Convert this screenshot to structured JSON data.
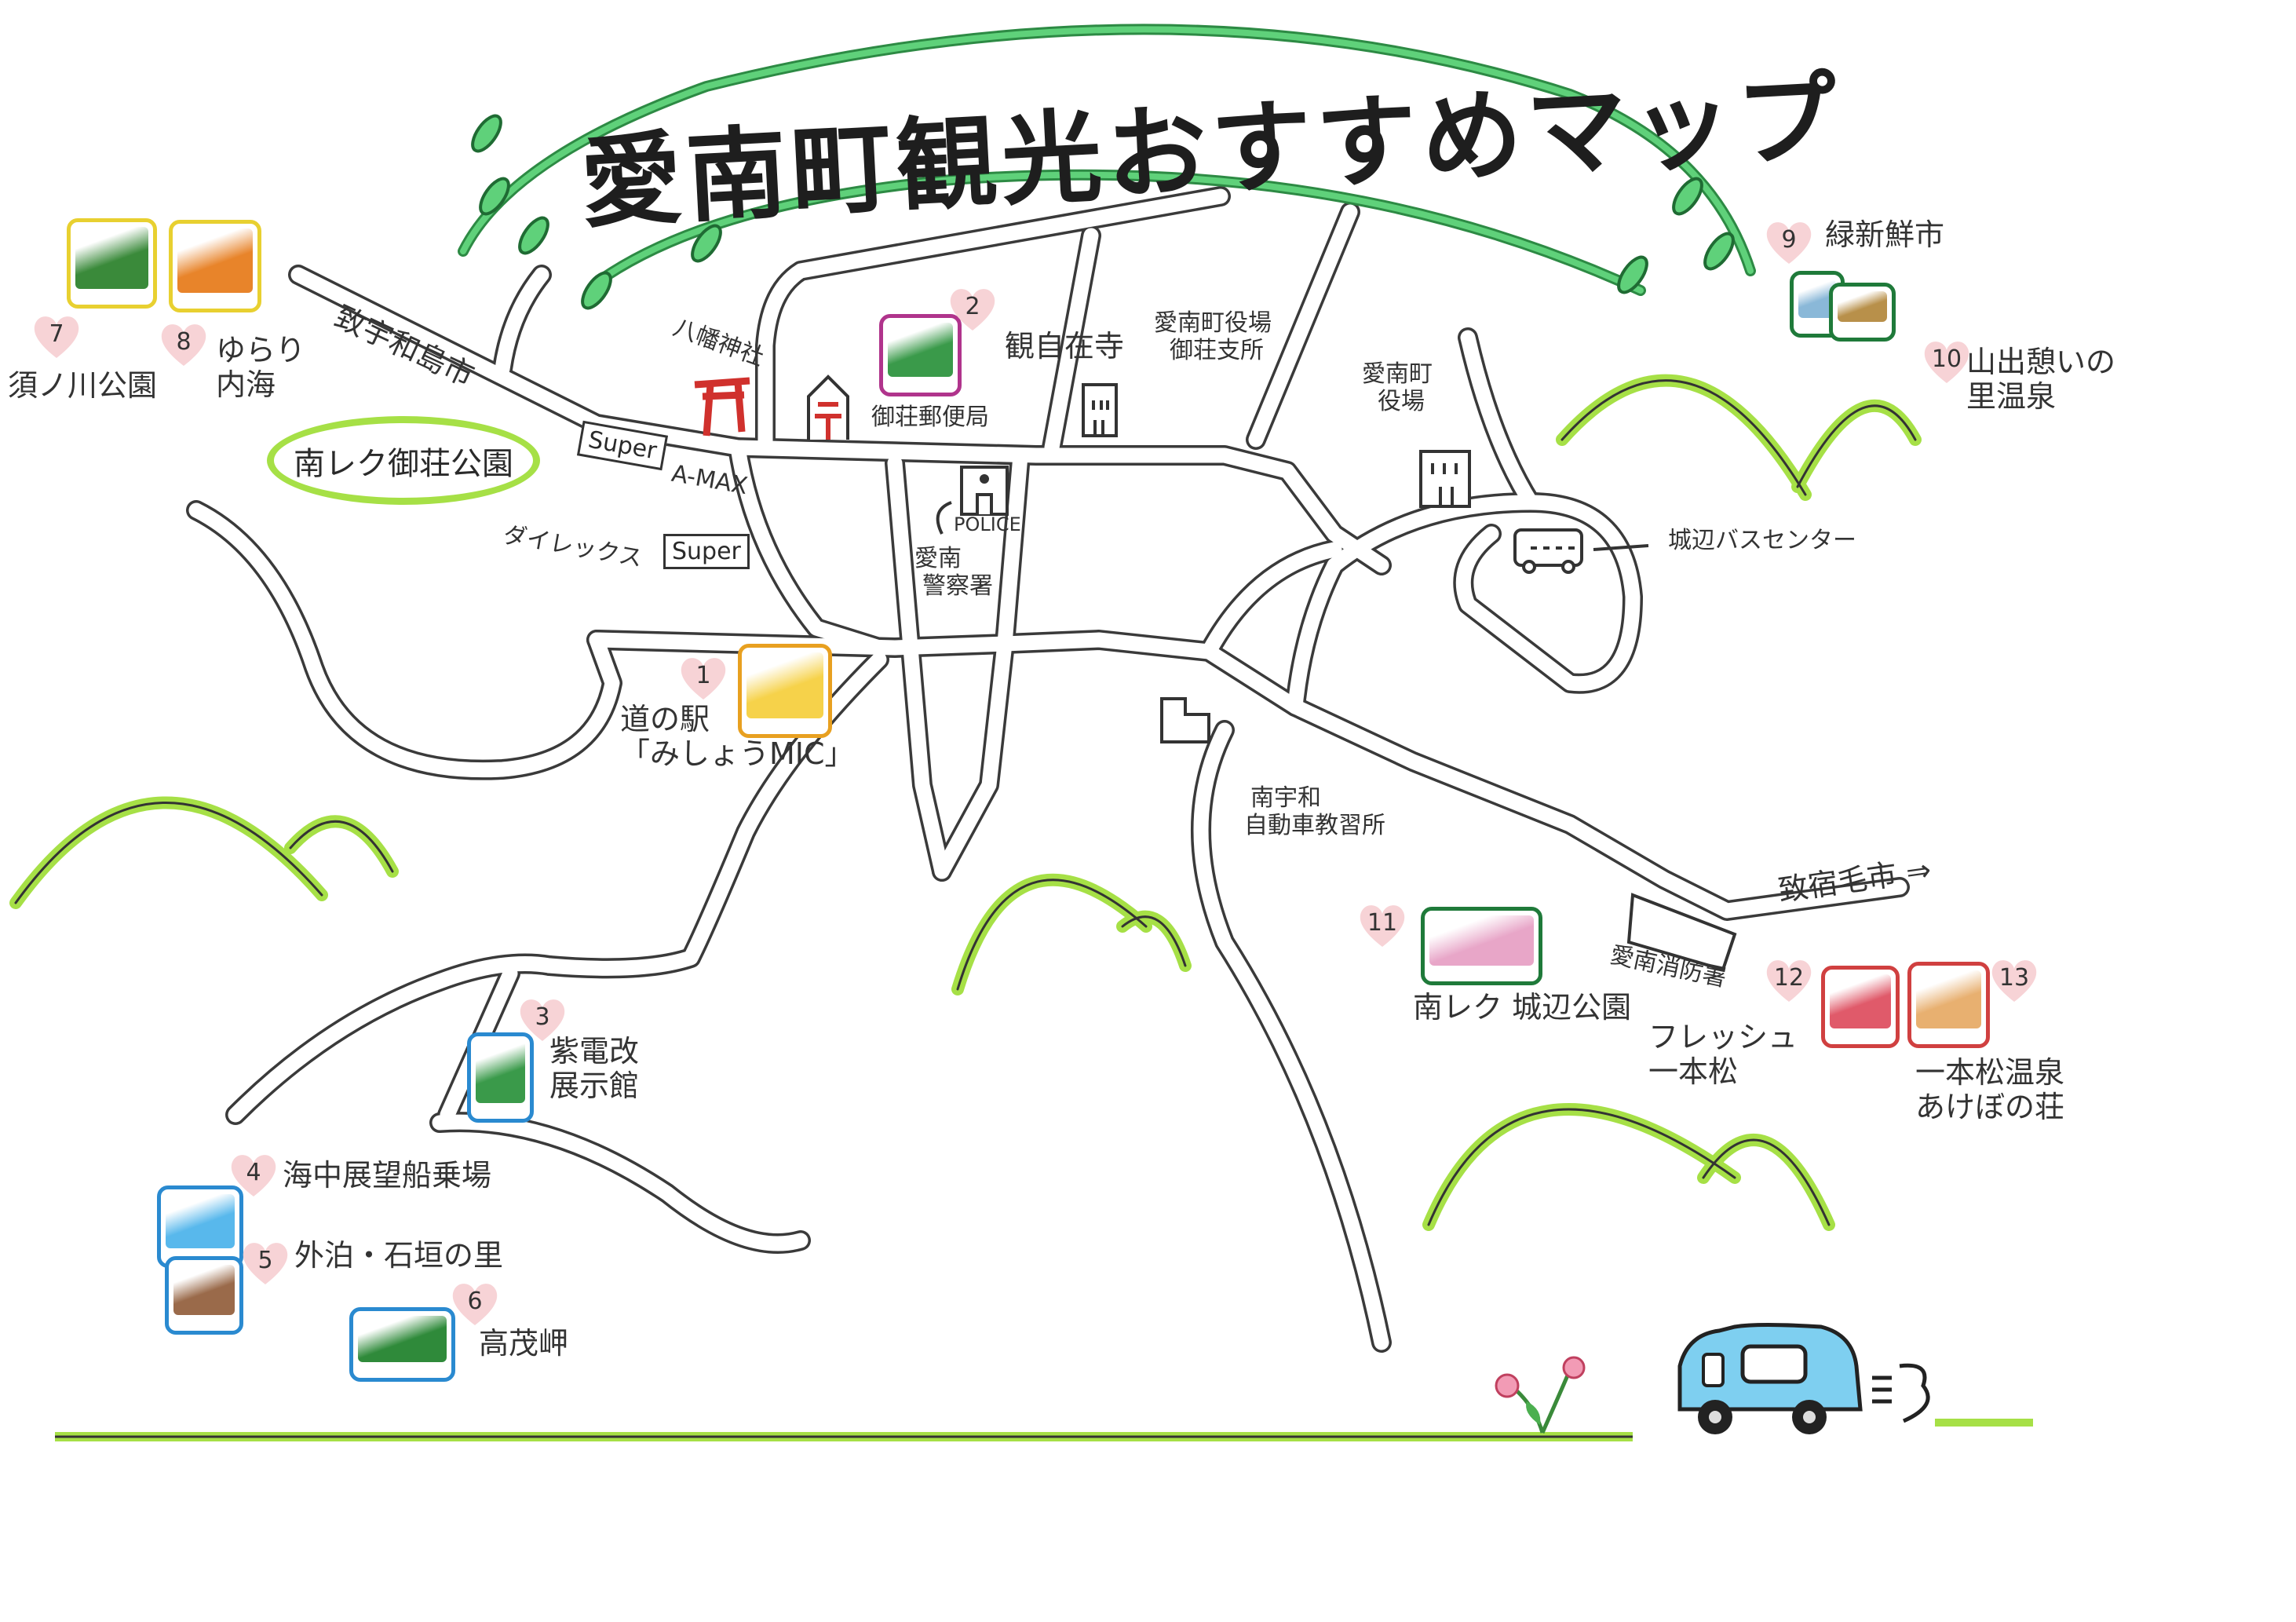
{
  "title": "愛南町観光おすすめマップ",
  "spots": [
    {
      "num": "1",
      "name": "道の駅",
      "name2": "「みしょうMIC」"
    },
    {
      "num": "2",
      "name": "観自在寺",
      "name2": ""
    },
    {
      "num": "3",
      "name": "紫電改",
      "name2": "展示館"
    },
    {
      "num": "4",
      "name": "海中展望船乗場",
      "name2": ""
    },
    {
      "num": "5",
      "name": "外泊・石垣の里",
      "name2": ""
    },
    {
      "num": "6",
      "name": "高茂岬",
      "name2": ""
    },
    {
      "num": "7",
      "name": "須ノ川公園",
      "name2": ""
    },
    {
      "num": "8",
      "name": "ゆらり",
      "name2": "内海"
    },
    {
      "num": "9",
      "name": "緑新鮮市",
      "name2": ""
    },
    {
      "num": "10",
      "name": "山出憩いの",
      "name2": "里温泉"
    },
    {
      "num": "11",
      "name": "南レク 城辺公園",
      "name2": ""
    },
    {
      "num": "12",
      "name": "フレッシュ",
      "name2": "一本松"
    },
    {
      "num": "13",
      "name": "一本松温泉",
      "name2": "あけぼの荘"
    }
  ],
  "landmarks": {
    "uwajima": "致宇和島市",
    "sukumo": "致宿毛市 ⇒",
    "park_oval": "南レク御荘公園",
    "super1": "Super",
    "amax": "A-MAX",
    "direx": "ダイレックス",
    "super2": "Super",
    "shrine": "八幡神社",
    "post_office": "御荘郵便局",
    "branch_office": "愛南町役場",
    "branch_office2": "御荘支所",
    "town_office": "愛南町",
    "town_office2": "役場",
    "bus_center": "城辺バスセンター",
    "police": "POLICE",
    "police_station": "愛南",
    "police_station2": "警察署",
    "driving_school": "南宇和",
    "driving_school2": "自動車教習所",
    "fire_station": "愛南消防署"
  },
  "colors": {
    "heart": "#f7d3d6",
    "vine": "#3cb35a",
    "hill": "#a6e046",
    "road": "#3a3a3a",
    "car": "#7ecff0",
    "torii": "#d0312d"
  }
}
